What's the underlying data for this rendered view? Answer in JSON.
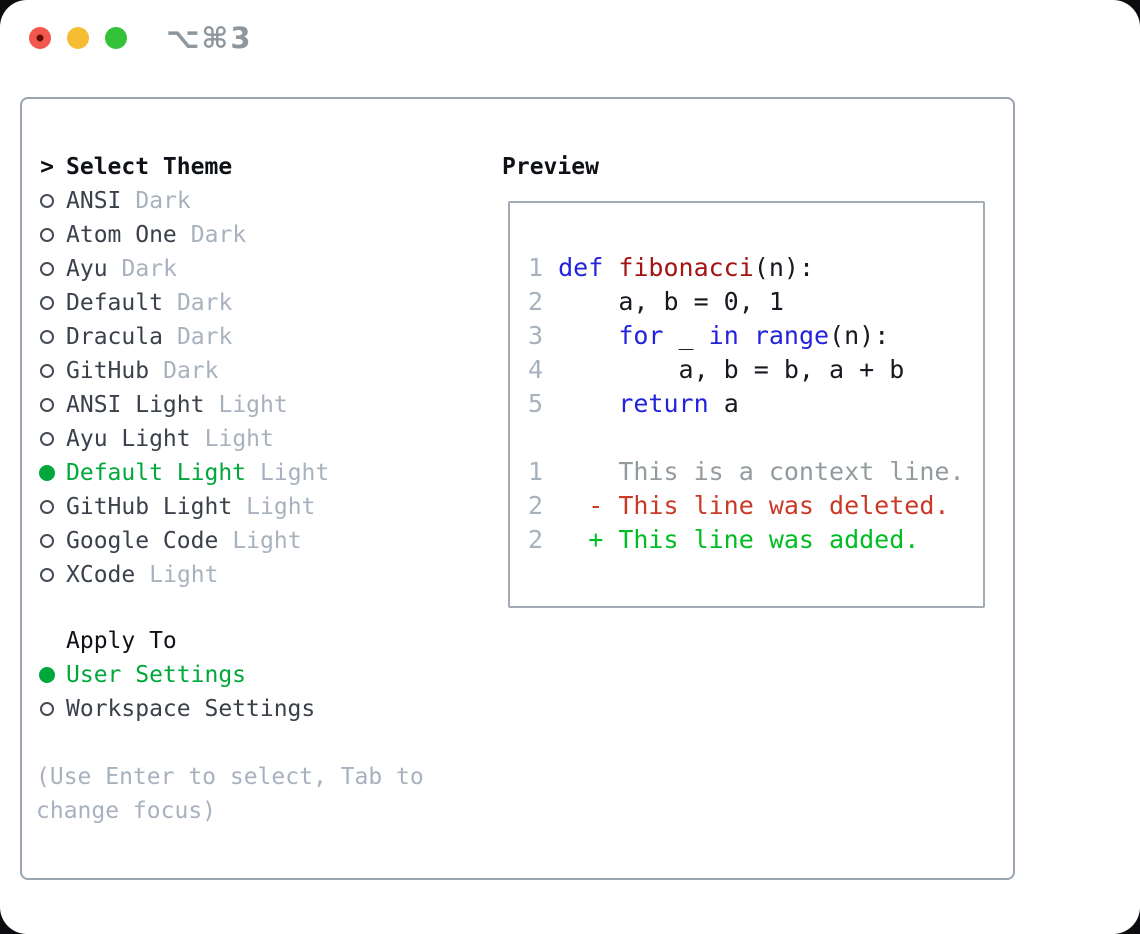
{
  "window": {
    "title": "⌥⌘3"
  },
  "colors": {
    "accent_green": "#00a83c",
    "added_green": "#00bd23",
    "deleted_red": "#c93a28",
    "keyword_blue": "#2323dc",
    "function_red": "#a31414",
    "plain_code": "#16191f",
    "context_gray": "#949b9f",
    "line_number_gray": "#a8b2be",
    "muted_gray": "#a8b2be",
    "name_dark": "#3a414b",
    "heading_black": "#0e1116",
    "radio_ring": "#454d59",
    "border_gray": "#9aa5b0",
    "preview_border": "#a3abb5",
    "hint_gray": "#a8b2be",
    "title_gray": "#8e969e",
    "light_red": "#f2574e",
    "light_red_dot": "#600b06",
    "light_yellow": "#f6bd33",
    "light_green": "#33c238"
  },
  "panel": {
    "prompt": {
      "marker": ">",
      "label": "Select Theme"
    },
    "themes": [
      {
        "name": "ANSI",
        "tag": "Dark",
        "selected": false
      },
      {
        "name": "Atom One",
        "tag": "Dark",
        "selected": false
      },
      {
        "name": "Ayu",
        "tag": "Dark",
        "selected": false
      },
      {
        "name": "Default",
        "tag": "Dark",
        "selected": false
      },
      {
        "name": "Dracula",
        "tag": "Dark",
        "selected": false
      },
      {
        "name": "GitHub",
        "tag": "Dark",
        "selected": false
      },
      {
        "name": "ANSI Light",
        "tag": "Light",
        "selected": false
      },
      {
        "name": "Ayu Light",
        "tag": "Light",
        "selected": false
      },
      {
        "name": "Default Light",
        "tag": "Light",
        "selected": true
      },
      {
        "name": "GitHub Light",
        "tag": "Light",
        "selected": false
      },
      {
        "name": "Google Code",
        "tag": "Light",
        "selected": false
      },
      {
        "name": "XCode",
        "tag": "Light",
        "selected": false
      }
    ],
    "apply_to": {
      "label": "Apply To",
      "options": [
        {
          "name": "User Settings",
          "selected": true
        },
        {
          "name": "Workspace Settings",
          "selected": false
        }
      ]
    },
    "hint": {
      "line1": "(Use Enter to select, Tab to",
      "line2": "change focus)"
    },
    "preview": {
      "label": "Preview",
      "lines": [
        {
          "num": "1",
          "segments": [
            {
              "text": "def",
              "color": "keyword"
            },
            {
              "text": " ",
              "color": "plain"
            },
            {
              "text": "fibonacci",
              "color": "function"
            },
            {
              "text": "(n):",
              "color": "plain"
            }
          ]
        },
        {
          "num": "2",
          "segments": [
            {
              "text": "    a, b = 0, 1",
              "color": "plain"
            }
          ]
        },
        {
          "num": "3",
          "segments": [
            {
              "text": "    ",
              "color": "plain"
            },
            {
              "text": "for",
              "color": "keyword"
            },
            {
              "text": " _ ",
              "color": "plain"
            },
            {
              "text": "in",
              "color": "keyword"
            },
            {
              "text": " ",
              "color": "plain"
            },
            {
              "text": "range",
              "color": "keyword"
            },
            {
              "text": "(n):",
              "color": "plain"
            }
          ]
        },
        {
          "num": "4",
          "segments": [
            {
              "text": "        a, b = b, a + b",
              "color": "plain"
            }
          ]
        },
        {
          "num": "5",
          "segments": [
            {
              "text": "    ",
              "color": "plain"
            },
            {
              "text": "return",
              "color": "keyword"
            },
            {
              "text": " a",
              "color": "plain"
            }
          ]
        },
        {
          "num": "",
          "segments": []
        },
        {
          "num": "1",
          "segments": [
            {
              "text": "    This is a context line.",
              "color": "context"
            }
          ]
        },
        {
          "num": "2",
          "segments": [
            {
              "text": "  - This line was deleted.",
              "color": "deleted"
            }
          ]
        },
        {
          "num": "2",
          "segments": [
            {
              "text": "  + This line was added.",
              "color": "added"
            }
          ]
        }
      ]
    }
  }
}
